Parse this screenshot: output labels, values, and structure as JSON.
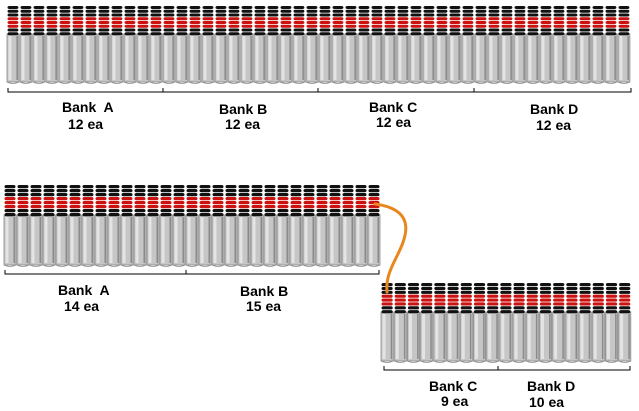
{
  "colors": {
    "background": "#ffffff",
    "cell_body": "#c6c6c6",
    "cell_shadow": "#8a8a8a",
    "cell_highlight": "#e4e4e4",
    "terminal_black": "#111111",
    "terminal_red": "#cc1111",
    "bracket": "#000000",
    "jumper": "#e8871e"
  },
  "top_group": {
    "banks": [
      {
        "name": "Bank  A",
        "count_label": "12 ea",
        "cells": 12
      },
      {
        "name": "Bank B",
        "count_label": "12 ea",
        "cells": 12
      },
      {
        "name": "Bank C",
        "count_label": "12 ea",
        "cells": 12
      },
      {
        "name": "Bank D",
        "count_label": "12 ea",
        "cells": 12
      }
    ]
  },
  "middle_group": {
    "banks": [
      {
        "name": "Bank  A",
        "count_label": "14 ea",
        "cells": 14
      },
      {
        "name": "Bank B",
        "count_label": "15 ea",
        "cells": 15
      }
    ]
  },
  "bottom_group": {
    "banks": [
      {
        "name": "Bank C",
        "count_label": "9 ea",
        "cells": 9
      },
      {
        "name": "Bank D",
        "count_label": "10 ea",
        "cells": 10
      }
    ]
  },
  "jumper": {
    "icon": "orange-cable",
    "connects": [
      "Bank B",
      "Bank C"
    ]
  }
}
